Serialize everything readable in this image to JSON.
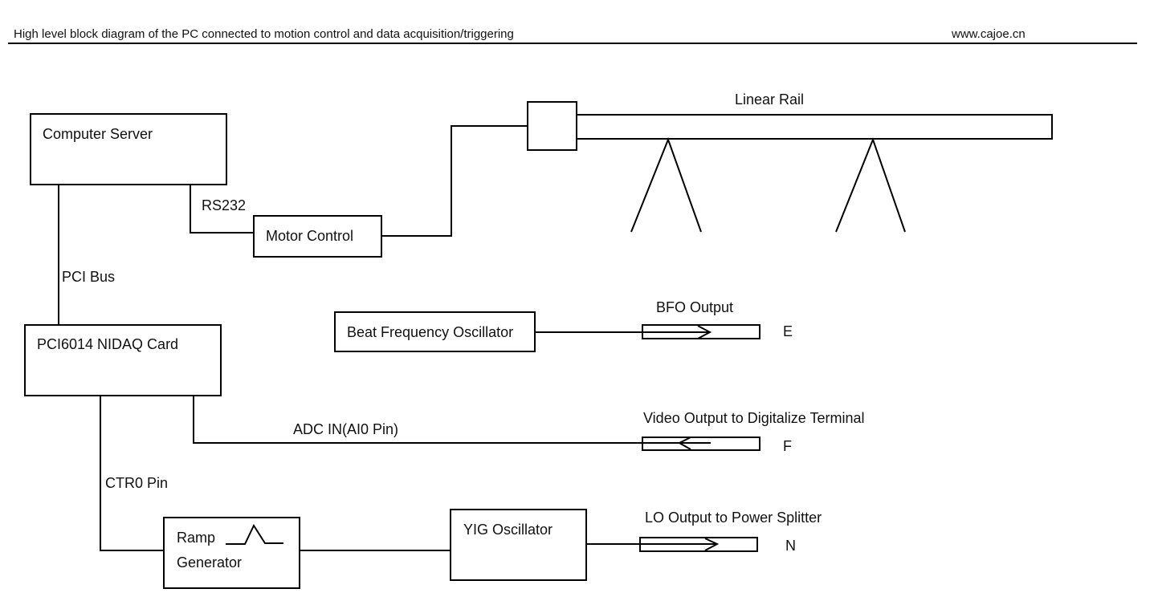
{
  "header": {
    "title": "High level block diagram of the PC connected to motion control and data acquisition/triggering",
    "site": "www.cajoe.cn"
  },
  "blocks": {
    "computer_server": "Computer Server",
    "motor_control": "Motor Control",
    "nidaq_card": "PCI6014 NIDAQ Card",
    "bfo": "Beat Frequency Oscillator",
    "ramp_line1": "Ramp",
    "ramp_line2": "Generator",
    "yig": "YIG Oscillator"
  },
  "connections": {
    "rs232": "RS232",
    "pci_bus": "PCI Bus",
    "adc_in": "ADC IN(AI0 Pin)",
    "ctr0": "CTR0 Pin"
  },
  "rail": {
    "label": "Linear Rail"
  },
  "terminals": [
    {
      "label": "BFO Output",
      "letter": "E",
      "direction": "out"
    },
    {
      "label": "Video Output to Digitalize Terminal",
      "letter": "F",
      "direction": "in"
    },
    {
      "label": "LO Output to Power Splitter",
      "letter": "N",
      "direction": "out"
    }
  ]
}
